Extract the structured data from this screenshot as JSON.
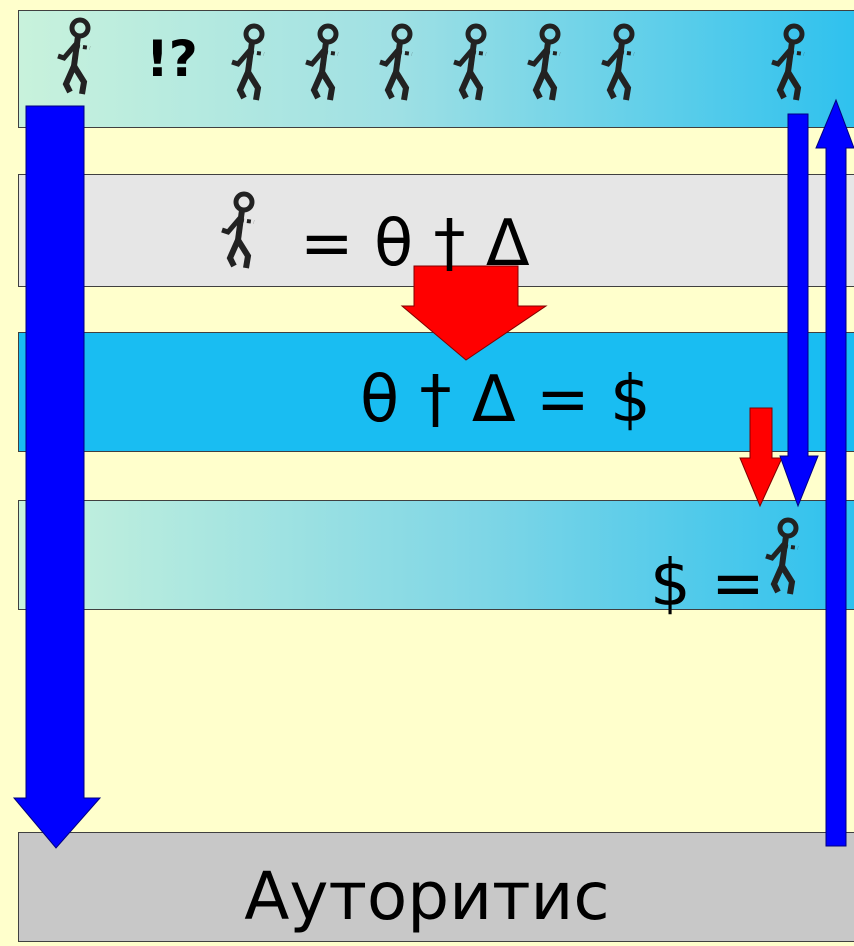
{
  "bands": {
    "top_symbol": "!?",
    "formula_1": "= θ † Δ",
    "formula_2": "θ † Δ = $",
    "formula_3": "$ =",
    "authority": "Ауторитис"
  },
  "icons": {
    "person": "walking-person-icon",
    "down_arrow": "blue-down-arrow",
    "up_arrow": "blue-up-arrow",
    "red_arrow": "red-down-arrow"
  },
  "colors": {
    "blue_arrow": "#0000ff",
    "red_arrow": "#ff0000",
    "background": "#ffffcc",
    "money_band": "#19bdf2"
  }
}
